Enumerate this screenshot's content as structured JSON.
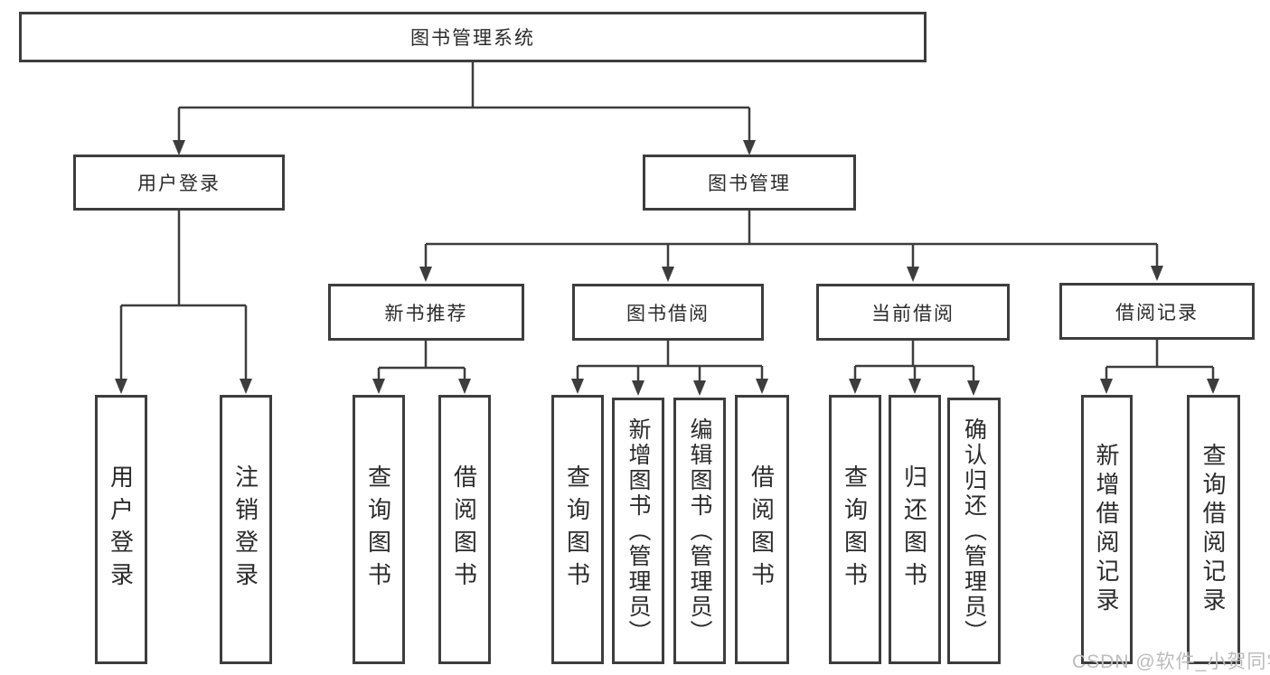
{
  "watermark": {
    "text": "CSDN @软件_小贺同学"
  },
  "colors": {
    "line": "#3d3d3d",
    "box_border": "#3d3d3d",
    "text": "#2b2b2b",
    "watermark": "#bcbcbc",
    "background": "#ffffff"
  },
  "tree": {
    "root": {
      "label": "图书管理系统",
      "children": [
        {
          "label": "用户登录",
          "children": [
            {
              "label": "用户登录"
            },
            {
              "label": "注销登录"
            }
          ]
        },
        {
          "label": "图书管理",
          "children": [
            {
              "label": "新书推荐",
              "children": [
                {
                  "label": "查询图书"
                },
                {
                  "label": "借阅图书"
                }
              ]
            },
            {
              "label": "图书借阅",
              "children": [
                {
                  "label": "查询图书"
                },
                {
                  "label": "新增图书（管理员）"
                },
                {
                  "label": "编辑图书（管理员）"
                },
                {
                  "label": "借阅图书"
                }
              ]
            },
            {
              "label": "当前借阅",
              "children": [
                {
                  "label": "查询图书"
                },
                {
                  "label": "归还图书"
                },
                {
                  "label": "确认归还（管理员）"
                }
              ]
            },
            {
              "label": "借阅记录",
              "children": [
                {
                  "label": "新增借阅记录"
                },
                {
                  "label": "查询借阅记录"
                }
              ]
            }
          ]
        }
      ]
    }
  }
}
